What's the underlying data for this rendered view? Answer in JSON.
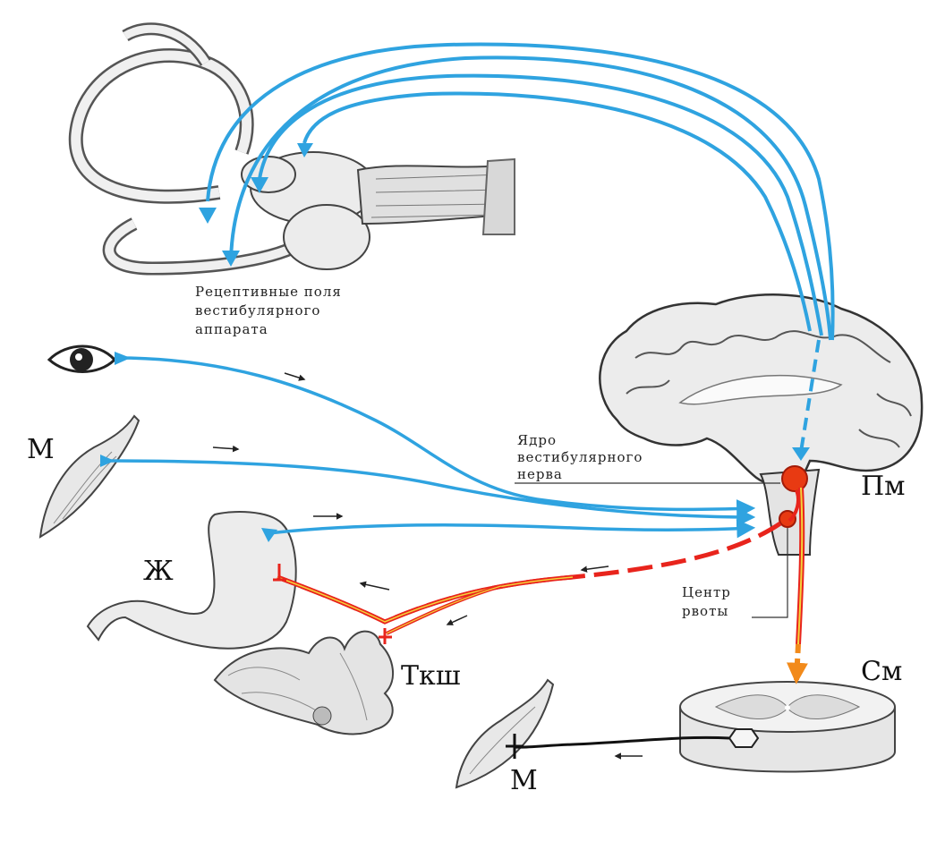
{
  "labels": {
    "vestibular_receptive_fields": [
      "Рецептивные поля",
      "вестибулярного",
      "аппарата"
    ],
    "vestibular_nucleus": [
      "Ядро",
      "вестибулярного",
      "нерва"
    ],
    "vomit_center": [
      "Центр",
      "рвоты"
    ],
    "medulla": "Пм",
    "spinal_cord": "См",
    "muscle_top": "М",
    "muscle_bottom": "М",
    "stomach": "Ж",
    "intestine": "Ткш"
  },
  "colors": {
    "afferent": "#2fa3e0",
    "efferent": "#e8241c",
    "efferent_core": "#f4d23a",
    "nucleus": "#e83a12",
    "motor": "#111111",
    "tissue": "#e9e9e9",
    "outline": "#444444"
  }
}
